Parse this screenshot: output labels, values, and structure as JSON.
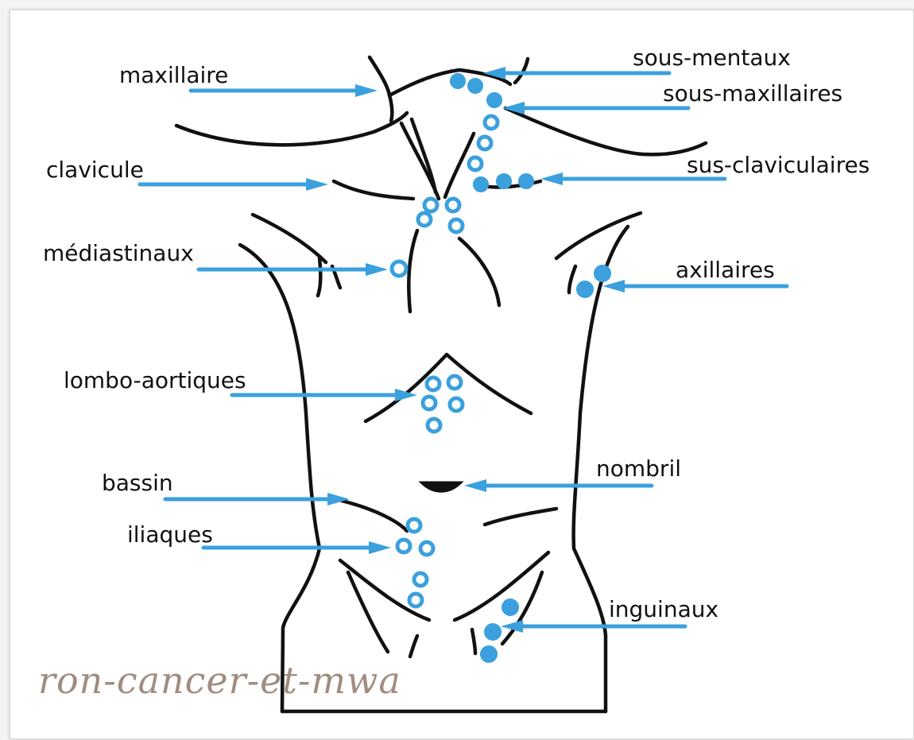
{
  "diagram": {
    "labels": {
      "maxillaire": "maxillaire",
      "sous_mentaux": "sous-mentaux",
      "sous_maxillaires": "sous-maxillaires",
      "clavicule": "clavicule",
      "sus_claviculaires": "sus-claviculaires",
      "mediastinaux": "médiastinaux",
      "axillaires": "axillaires",
      "lombo_aortiques": "lombo-aortiques",
      "bassin": "bassin",
      "nombril": "nombril",
      "iliaques": "iliaques",
      "inguinaux": "inguinaux"
    },
    "watermark": "ron-cancer-et-mwa",
    "colors": {
      "lymph_node": "#3ba0dd",
      "outline": "#111111",
      "watermark": "#a08c80"
    }
  }
}
